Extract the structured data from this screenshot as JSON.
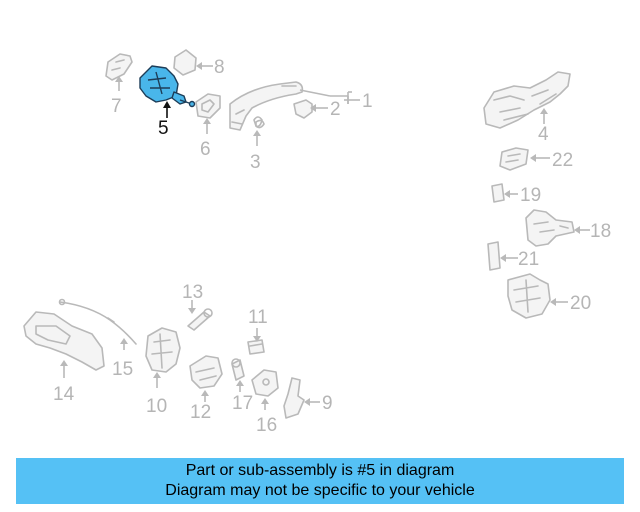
{
  "colors": {
    "highlight": "#49b6ea",
    "banner": "#55c1f5",
    "part_outline": "#b9b9b9"
  },
  "highlighted_part": "5",
  "callouts": [
    "1",
    "2",
    "3",
    "4",
    "5",
    "6",
    "7",
    "8",
    "9",
    "10",
    "11",
    "12",
    "13",
    "14",
    "15",
    "16",
    "17",
    "18",
    "19",
    "20",
    "21",
    "22"
  ],
  "caption": {
    "line1": "Part or sub-assembly is #5 in diagram",
    "line2": "Diagram may not be specific to your vehicle"
  }
}
